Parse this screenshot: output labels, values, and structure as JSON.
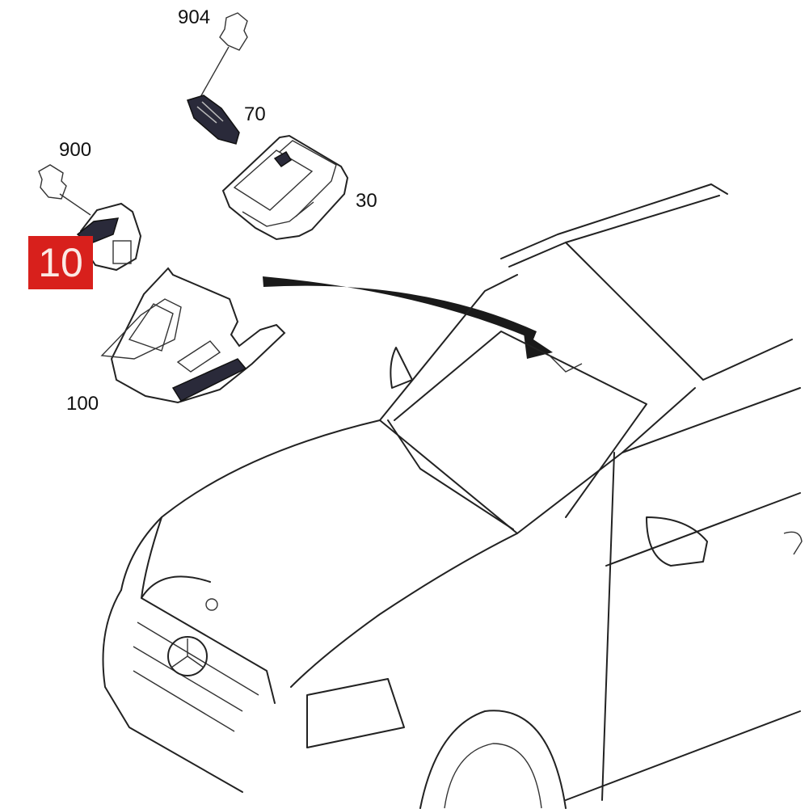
{
  "diagram": {
    "callouts": [
      {
        "id": "904",
        "label": "904"
      },
      {
        "id": "70",
        "label": "70"
      },
      {
        "id": "900",
        "label": "900"
      },
      {
        "id": "30",
        "label": "30"
      },
      {
        "id": "10",
        "label": "10",
        "highlighted": true
      },
      {
        "id": "100",
        "label": "100"
      }
    ],
    "highlight_color": "#d8201c"
  }
}
